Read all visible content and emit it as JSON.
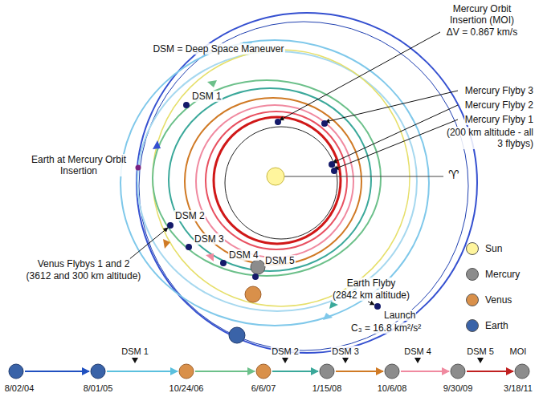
{
  "diagram": {
    "labels": [
      "DSM = Deep Space Maneuver",
      "Mercury Orbit Insertion (MOI)",
      "ΔV = 0.867 km/s",
      "Mercury Flyby 3",
      "Mercury Flyby 2",
      "Mercury Flyby 1",
      "(200 km altitude - all 3 flybys)",
      "♈",
      "DSM 1",
      "Earth at Mercury Orbit Insertion",
      "DSM 2",
      "DSM 3",
      "DSM 4",
      "DSM 5",
      "Venus Flybys 1 and 2",
      "(3612 and 300 km altitude)",
      "Earth Flyby",
      "(2842 km altitude)",
      "Launch",
      "C₃ = 16.8 km²/s²",
      "DSM 1",
      "DSM 2",
      "DSM 3",
      "DSM 4",
      "DSM 5",
      "MOI",
      "8/02/04",
      "8/01/05",
      "10/24/06",
      "6/6/07",
      "1/15/08",
      "10/6/08",
      "9/30/09",
      "3/18/11"
    ],
    "legend": [
      {
        "text": "Sun",
        "color": "#fff59d"
      },
      {
        "text": "Mercury",
        "color": "#8c8c8c"
      },
      {
        "text": "Venus",
        "color": "#d9904a"
      },
      {
        "text": "Earth",
        "color": "#3a63a8"
      }
    ]
  }
}
